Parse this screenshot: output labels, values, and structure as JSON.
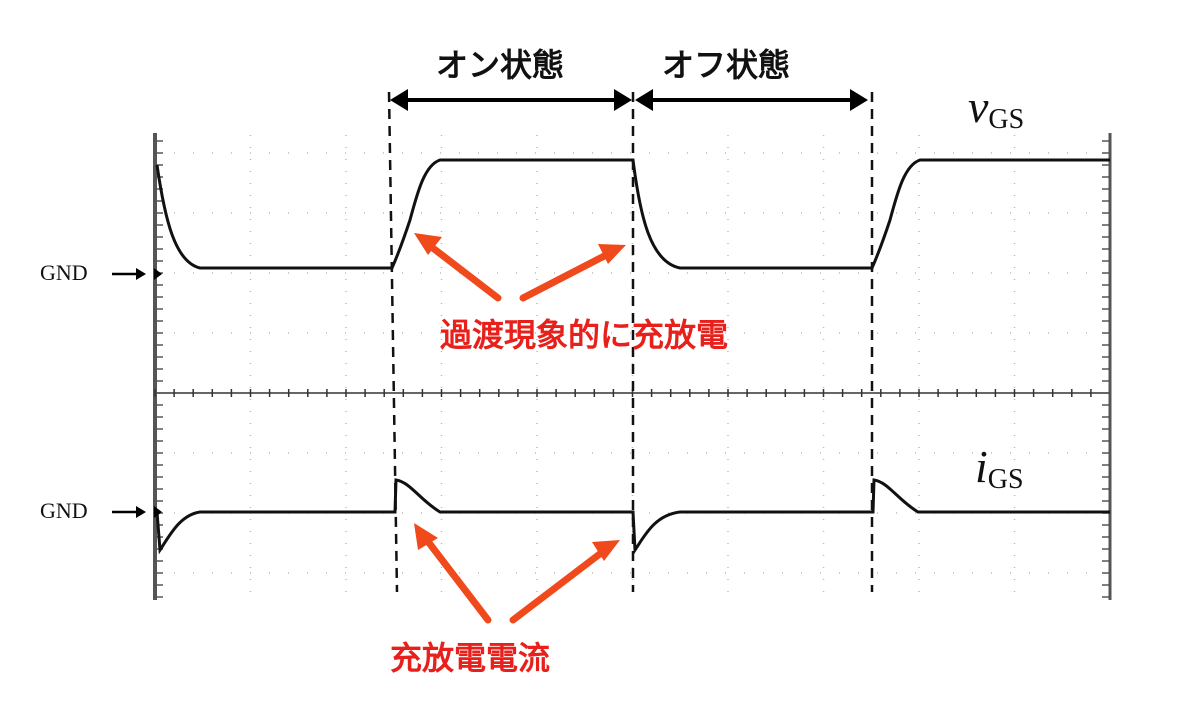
{
  "labels": {
    "on_state": "オン状態",
    "off_state": "オフ状態",
    "vgs_main": "v",
    "vgs_sub": "GS",
    "igs_main": "i",
    "igs_sub": "GS",
    "gnd_top": "GND",
    "gnd_bottom": "GND",
    "transient_note": "過渡現象的に充放電",
    "current_note": "充放電電流"
  },
  "colors": {
    "annotation_text": "#e8201c",
    "arrow": "#f04a1c",
    "trace": "#111111",
    "grid": "#bbbbbb"
  }
}
